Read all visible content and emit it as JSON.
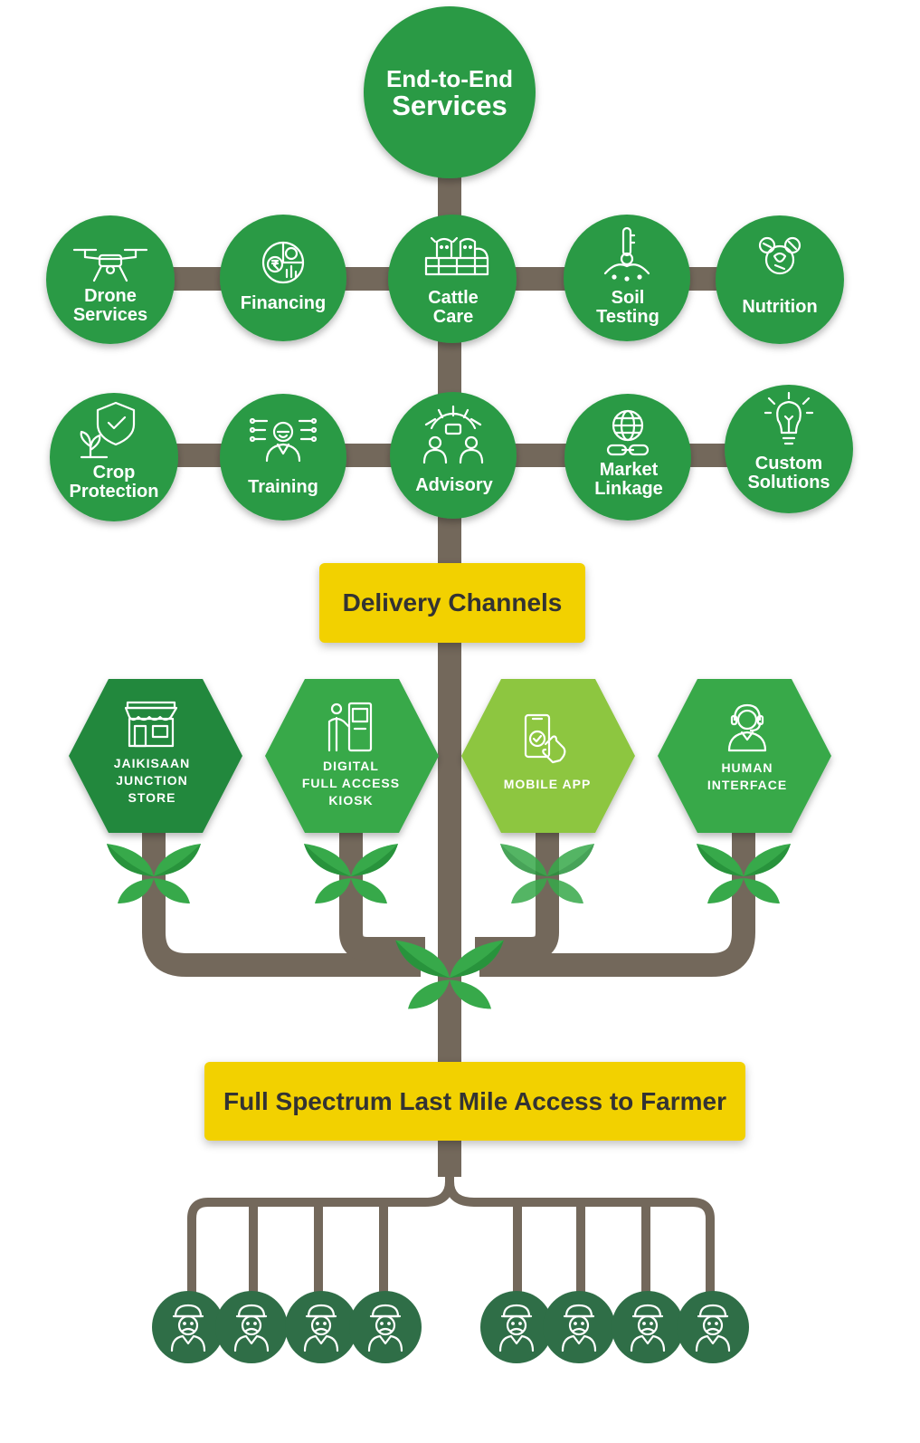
{
  "hub": {
    "line1": "End-to-End",
    "line2": "Services"
  },
  "services_row1": [
    {
      "label": "Drone\nServices",
      "icon": "drone-icon"
    },
    {
      "label": "Financing",
      "icon": "pie-chart-rupee-icon"
    },
    {
      "label": "Cattle\nCare",
      "icon": "cattle-icon"
    },
    {
      "label": "Soil\nTesting",
      "icon": "thermometer-soil-icon"
    },
    {
      "label": "Nutrition",
      "icon": "nutrition-icon"
    }
  ],
  "services_row2": [
    {
      "label": "Crop\nProtection",
      "icon": "shield-plant-icon"
    },
    {
      "label": "Training",
      "icon": "trainer-icon"
    },
    {
      "label": "Advisory",
      "icon": "advisory-gear-icon"
    },
    {
      "label": "Market\nLinkage",
      "icon": "globe-chain-icon"
    },
    {
      "label": "Custom\nSolutions",
      "icon": "lightbulb-gear-icon"
    }
  ],
  "delivery_banner": "Delivery Channels",
  "channels": [
    {
      "label": "JAIKISAAN\nJUNCTION\nSTORE",
      "icon": "store-icon",
      "color": "#22883e"
    },
    {
      "label": "DIGITAL\nFULL ACCESS\nKIOSK",
      "icon": "kiosk-icon",
      "color": "#37a94a"
    },
    {
      "label": "MOBILE APP",
      "icon": "mobile-app-icon",
      "color": "#8dc63f"
    },
    {
      "label": "HUMAN\nINTERFACE",
      "icon": "headset-person-icon",
      "color": "#37a94a"
    }
  ],
  "access_banner": "Full Spectrum Last Mile Access to Farmer",
  "farmer_icon": "farmer-icon",
  "colors": {
    "dark_green": "#22883e",
    "green": "#2b9a44",
    "light_green": "#8dc63f",
    "trunk": "#73685b",
    "banner_yellow": "#f2d100",
    "farmer_green": "#2f6e47"
  }
}
